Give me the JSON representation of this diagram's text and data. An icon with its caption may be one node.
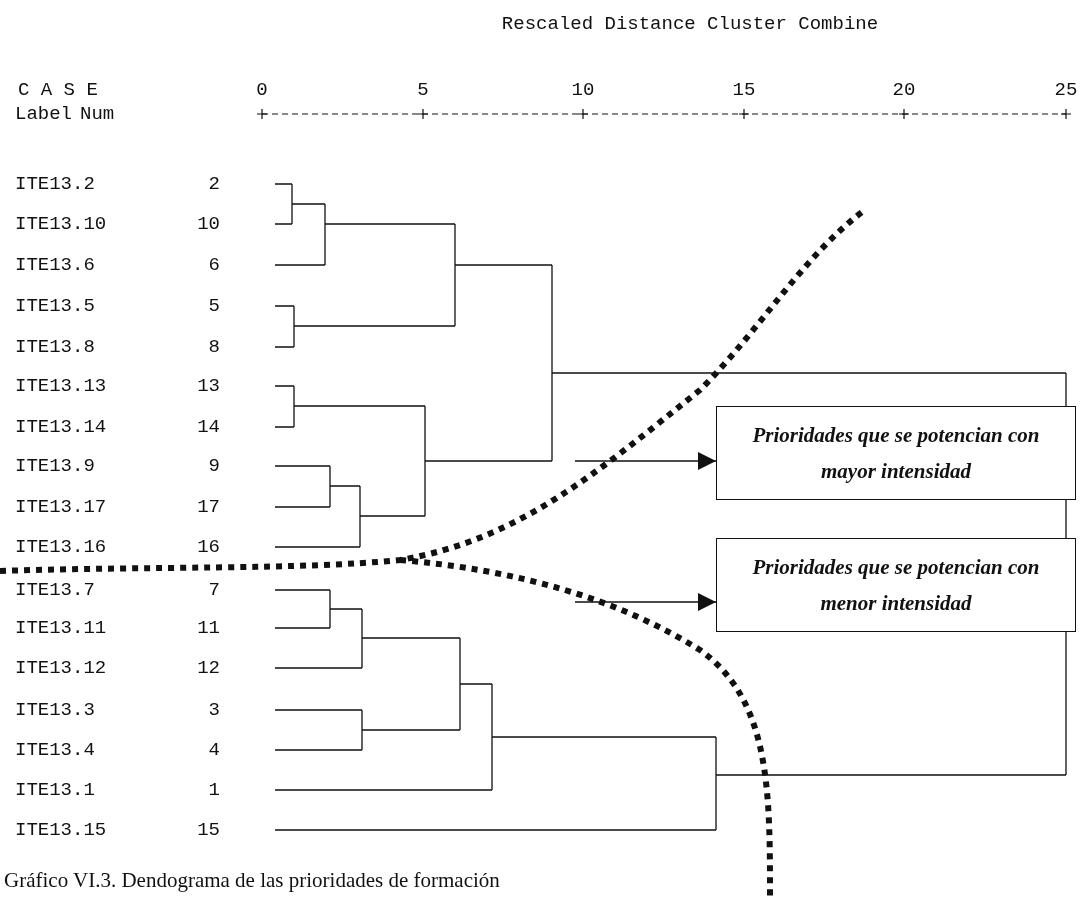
{
  "diagram": {
    "title": "Rescaled Distance Cluster Combine",
    "caption": "Gráfico VI.3. Dendograma de las prioridades de formación",
    "nodes": [
      {
        "text": [
          "Prioridades que se potencian con mayor intensidad"
        ]
      },
      {
        "text": [
          "Prioridades que se potencian con menor intensidad"
        ]
      }
    ],
    "edges": [
      {
        "from": null,
        "to": 0,
        "arrow": "to"
      },
      {
        "from": null,
        "to": 1,
        "arrow": "to"
      }
    ],
    "labels": [
      "C A S E",
      "Label",
      "Num",
      "0",
      "5",
      "10",
      "15",
      "20",
      "25",
      "ITE13.2",
      "2",
      "ITE13.10",
      "10",
      "ITE13.6",
      "6",
      "ITE13.5",
      "5",
      "ITE13.8",
      "8",
      "ITE13.13",
      "13",
      "ITE13.14",
      "14",
      "ITE13.9",
      "9",
      "ITE13.17",
      "17",
      "ITE13.16",
      "16",
      "ITE13.7",
      "7",
      "ITE13.11",
      "11",
      "ITE13.12",
      "12",
      "ITE13.3",
      "3",
      "ITE13.4",
      "4",
      "ITE13.1",
      "1",
      "ITE13.15",
      "15"
    ]
  }
}
